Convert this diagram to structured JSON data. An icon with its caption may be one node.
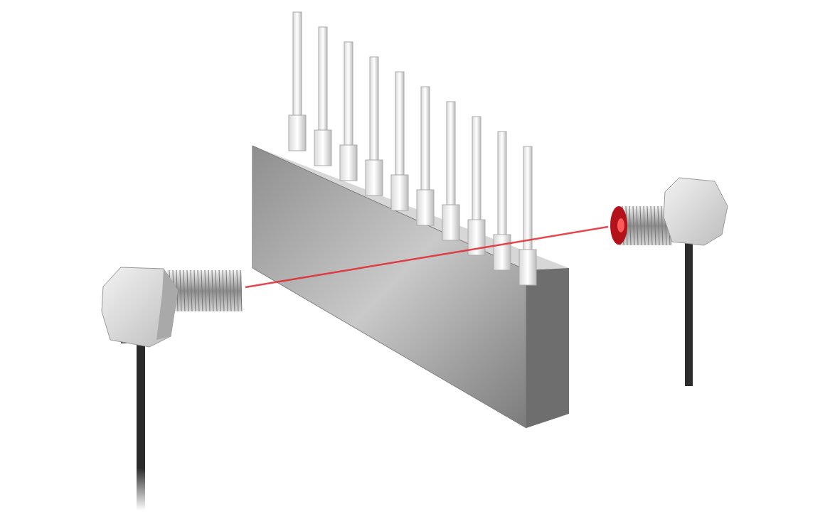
{
  "diagram": {
    "nodes": [
      {
        "text": [],
        "shape": "picture"
      },
      {
        "text": [],
        "shape": "picture"
      }
    ],
    "edges": [
      {
        "from": 0,
        "to": 1,
        "arrow": "none",
        "color": "#e3262e"
      }
    ]
  }
}
